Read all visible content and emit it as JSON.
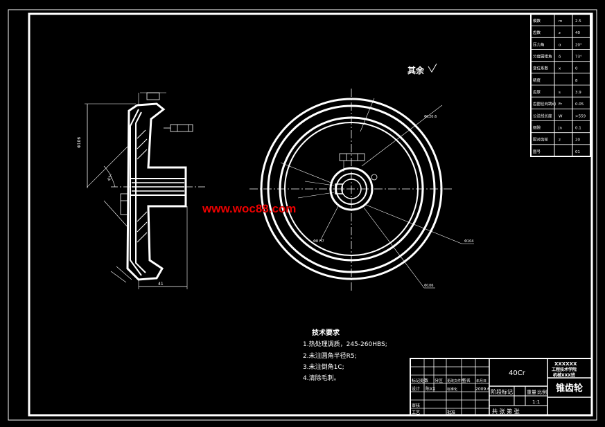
{
  "watermark": "www.woc88.com",
  "roughness_note": "其余",
  "material": "40Cr",
  "part_name": "锥齿轮",
  "school_block": [
    "XXXXXX",
    "工程技术学院",
    "机械XXX班"
  ],
  "title_block": {
    "mark_change": "标记处数",
    "zone": "分区",
    "change_doc": "更改文件号",
    "signature": "签名",
    "date_col": "年月日",
    "designer": "设计",
    "designer_name": "陈XX",
    "design_date": "2009.6",
    "standardize": "标准化",
    "stage_mark": "阶段标记",
    "weight": "重量",
    "scale": "比例",
    "scale_value": "1:1",
    "review": "审核",
    "process": "工艺",
    "approve": "批准",
    "sheet_info": "共 张 第 张"
  },
  "tech_requirements": {
    "heading": "技术要求",
    "items": [
      "1.热处理调质，245-260HBS;",
      "2.未注圆角半径R5;",
      "3.未注倒角1C;",
      "4.清除毛刺。"
    ]
  },
  "param_table": {
    "rows": [
      {
        "name": "模数",
        "sym": "m",
        "val": "2.5"
      },
      {
        "name": "齿数",
        "sym": "z",
        "val": "40"
      },
      {
        "name": "压力角",
        "sym": "α",
        "val": "20°"
      },
      {
        "name": "分度圆锥角",
        "sym": "δ",
        "val": "73°"
      },
      {
        "name": "变位系数",
        "sym": "x",
        "val": "0"
      },
      {
        "name": "精度",
        "sym": "",
        "val": "8"
      },
      {
        "name": "齿厚",
        "sym": "s",
        "val": "3.9"
      },
      {
        "name": "齿圈径向跳动",
        "sym": "Fr",
        "val": "0.05"
      },
      {
        "name": "公法线长度",
        "sym": "W",
        "val": ">559"
      },
      {
        "name": "侧隙",
        "sym": "jn",
        "val": "0.1"
      },
      {
        "name": "配对齿轮",
        "sym": "z",
        "val": "20"
      },
      {
        "name": "图号",
        "sym": "",
        "val": "01"
      }
    ]
  }
}
